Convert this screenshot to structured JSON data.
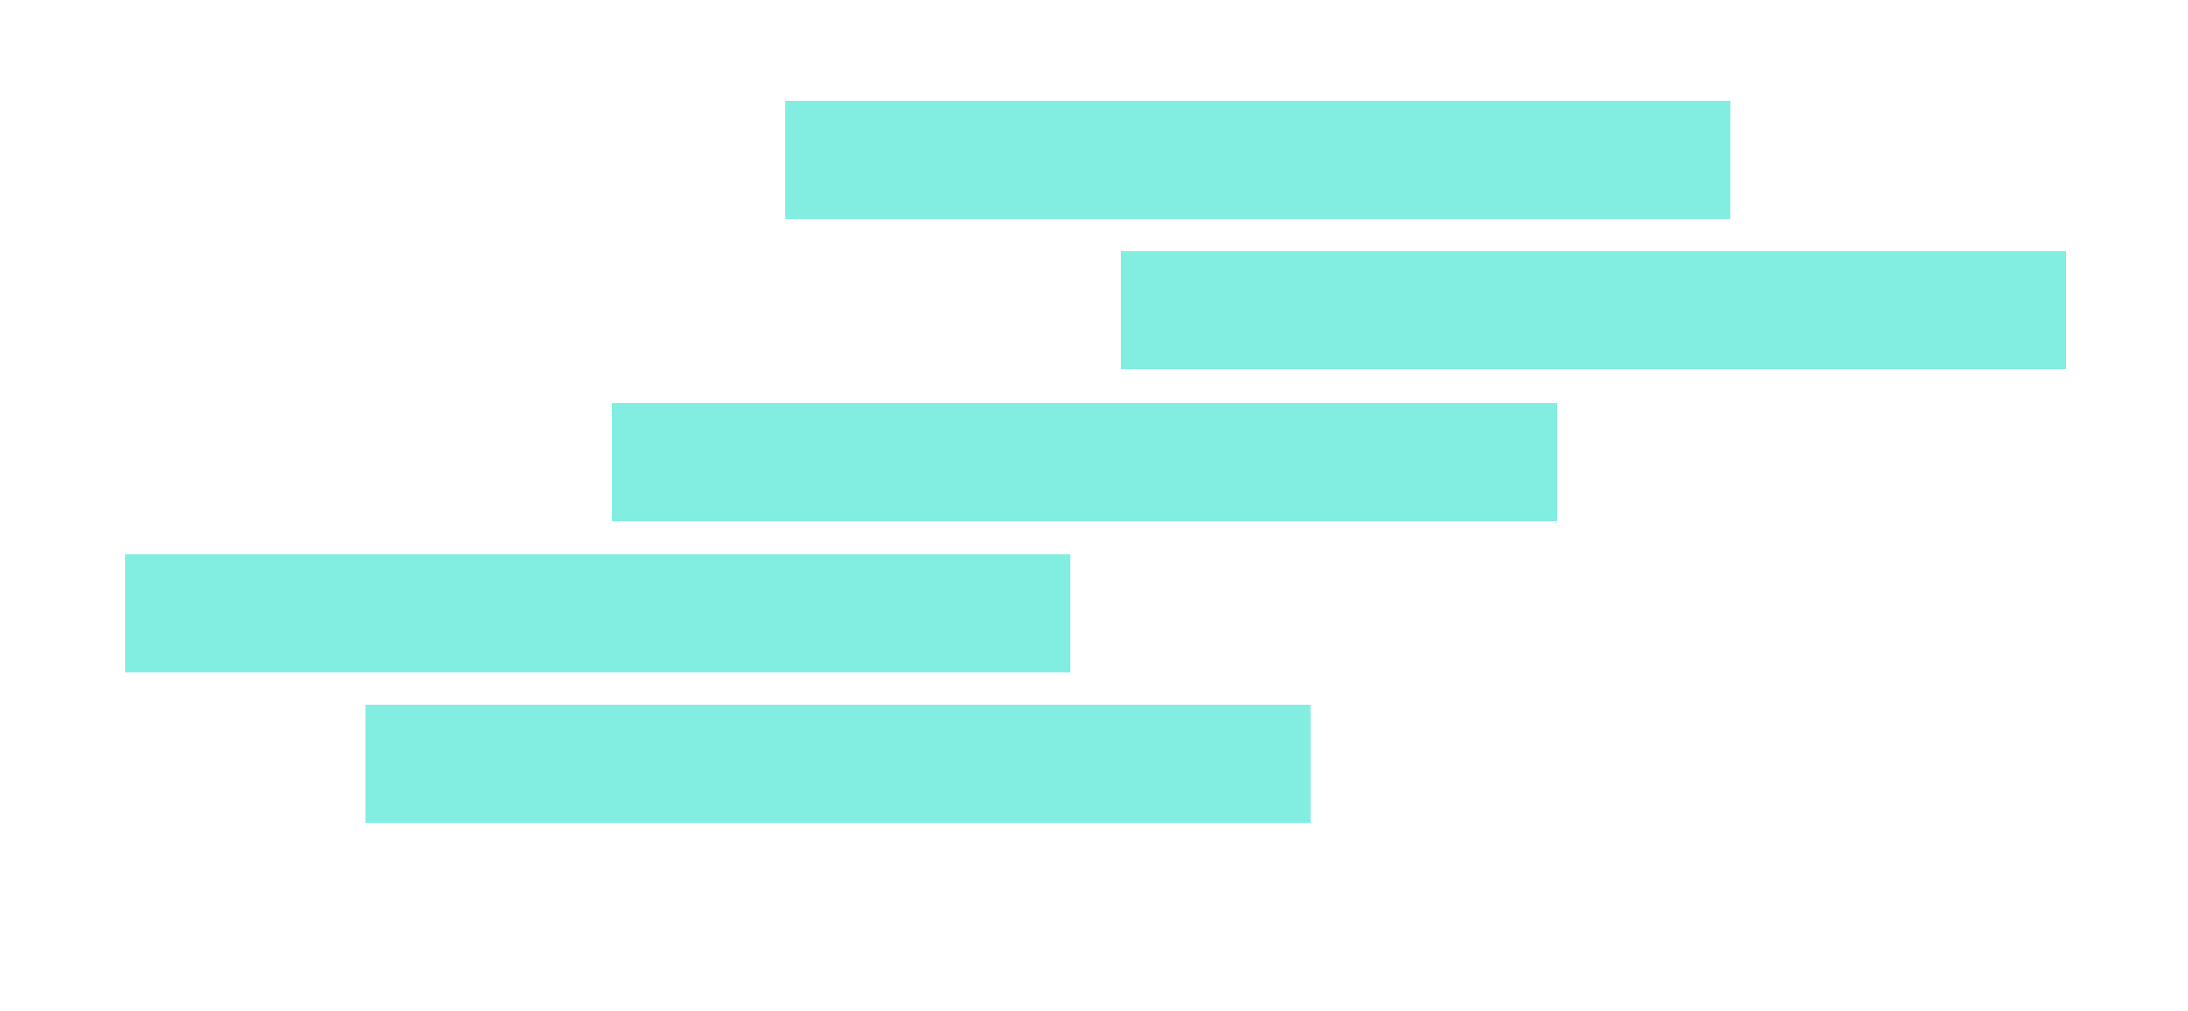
{
  "colors": {
    "background": "#ffffff",
    "bar": "#82eee2"
  },
  "bars": [
    {
      "id": "bar-1"
    },
    {
      "id": "bar-2"
    },
    {
      "id": "bar-3"
    },
    {
      "id": "bar-4"
    },
    {
      "id": "bar-5"
    }
  ]
}
